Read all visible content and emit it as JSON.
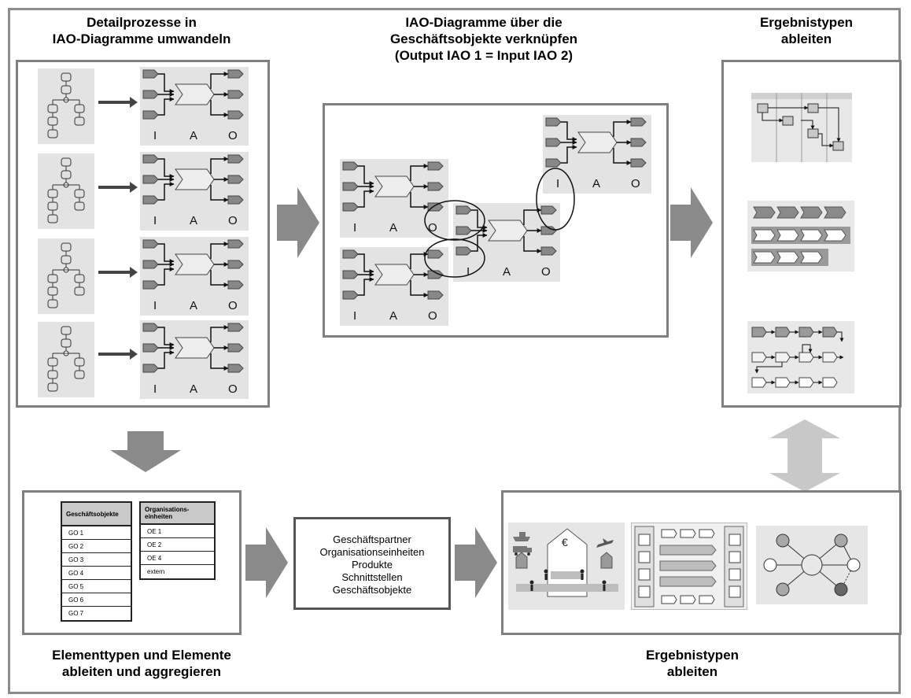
{
  "sections": {
    "step1_title": [
      "Detailprozesse in",
      "IAO-Diagramme umwandeln"
    ],
    "step2_title": [
      "IAO-Diagramme über die",
      "Geschäftsobjekte verknüpfen",
      "(Output IAO 1 = Input IAO 2)"
    ],
    "step3_title": [
      "Ergebnistypen",
      "ableiten"
    ],
    "step4_title": [
      "Elementtypen und Elemente",
      "ableiten und aggregieren"
    ],
    "step5_title": [
      "Ergebnistypen",
      "ableiten"
    ]
  },
  "iao_labels": {
    "input": "I",
    "activity": "A",
    "output": "O"
  },
  "table_geschaeftsobjekte": {
    "header": "Geschäftsobjekte",
    "rows": [
      "GO 1",
      "GO 2",
      "GO 3",
      "GO 4",
      "GO 5",
      "GO 6",
      "GO 7"
    ]
  },
  "table_organisationseinheiten": {
    "header": "Organisations-\neinheiten",
    "rows": [
      "OE 1",
      "OE 2",
      "OE 4",
      "extern"
    ]
  },
  "element_types": [
    "Geschäftspartner",
    "Organisationseinheiten",
    "Produkte",
    "Schnittstellen",
    "Geschäftsobjekte"
  ],
  "currency_symbol": "€",
  "colors": {
    "frame": "#8c8c8c",
    "panel_border": "#7f7f7f",
    "tile": "#e3e3e3",
    "arrow": "#8a8a8a",
    "light_arrow": "#c8c8c8"
  }
}
